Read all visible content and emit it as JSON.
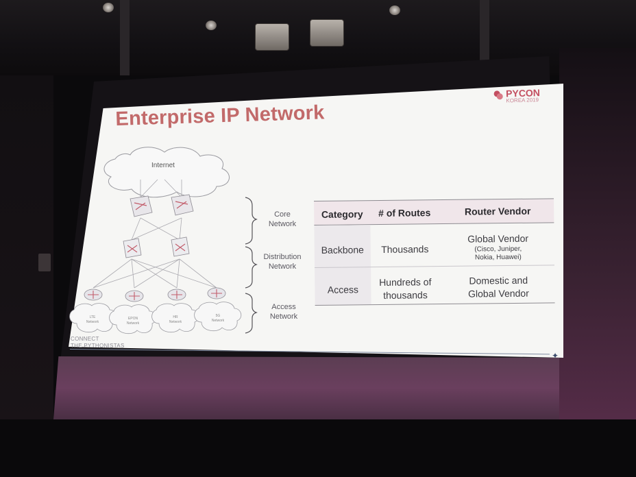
{
  "slide": {
    "title": "Enterprise IP Network",
    "brand_name": "PYCON",
    "brand_sub": "KOREA 2019",
    "footer_line1": "CONNECT",
    "footer_line2": "THE PYTHONISTAS"
  },
  "diagram": {
    "internet_label": "Internet",
    "tiers": {
      "core": [
        "Core",
        "Network"
      ],
      "distribution": [
        "Distribution",
        "Network"
      ],
      "access": [
        "Access",
        "Network"
      ]
    },
    "access_clouds": [
      [
        "LTE",
        "Network"
      ],
      [
        "EPON",
        "Network"
      ],
      [
        "HR",
        "Network"
      ],
      [
        "5G",
        "Network"
      ]
    ]
  },
  "table": {
    "headers": [
      "Category",
      "# of Routes",
      "Router Vendor"
    ],
    "rows": [
      {
        "category": "Backbone",
        "routes": "Thousands",
        "vendor_line1": "Global Vendor",
        "vendor_note1": "(Cisco, Juniper,",
        "vendor_note2": "Nokia, Huawei)"
      },
      {
        "category": "Access",
        "routes_line1": "Hundreds of",
        "routes_line2": "thousands",
        "vendor_line1": "Domestic and",
        "vendor_line2": "Global Vendor"
      }
    ]
  },
  "colors": {
    "title": "#c26a6a",
    "brand": "#c34e60",
    "header_shade": "#f0e6ea",
    "stage_band": "#6a3f5e"
  }
}
